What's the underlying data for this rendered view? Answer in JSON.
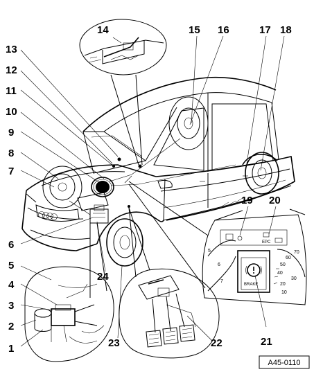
{
  "callouts": {
    "c1": "1",
    "c2": "2",
    "c3": "3",
    "c4": "4",
    "c5": "5",
    "c6": "6",
    "c7": "7",
    "c8": "8",
    "c9": "9",
    "c10": "10",
    "c11": "11",
    "c12": "12",
    "c13": "13",
    "c14": "14",
    "c15": "15",
    "c16": "16",
    "c17": "17",
    "c18": "18",
    "c19": "19",
    "c20": "20",
    "c21": "21",
    "c22": "22",
    "c23": "23",
    "c24": "24"
  },
  "dashboard": {
    "epc_label": "EPC",
    "brake_label": "BRAKE",
    "gauge_left": [
      "5",
      "6",
      "7"
    ],
    "gauge_right": [
      "70",
      "60",
      "50",
      "40",
      "30",
      "20",
      "10"
    ]
  },
  "reference_code": "A45-0110"
}
